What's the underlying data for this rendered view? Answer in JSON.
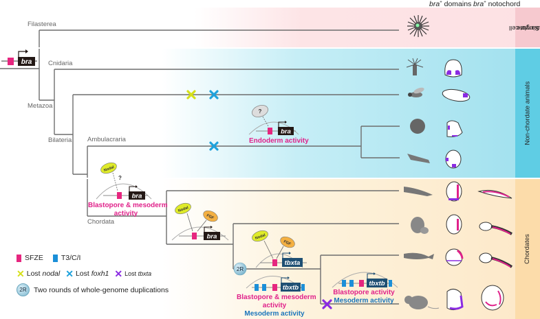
{
  "header": {
    "col1_gene": "bra",
    "col1_sup": "+",
    "col1_text": " domains",
    "col2_gene": "bra",
    "col2_sup": "+",
    "col2_text": " notochord"
  },
  "bands": [
    {
      "label": "Single-cell eukaryote",
      "label_line1": "Single-cell",
      "label_line2": "eukaryote",
      "color": "#fde1e4"
    },
    {
      "label": "Non-chordate animals",
      "color": "#a9e3ef"
    },
    {
      "label": "Chordates",
      "color": "#fde8c8"
    }
  ],
  "root": {
    "gene": "bra"
  },
  "clades": {
    "filasterea": "Filasterea",
    "cnidaria": "Cnidaria",
    "metazoa": "Metazoa",
    "bilateria": "Bilateria",
    "ambulacraria": "Ambulacraria",
    "chordata": "Chordata"
  },
  "taxa": [
    {
      "name": "Filasterea (Capsaspora)",
      "icon": "single-cell-organism-icon"
    },
    {
      "name": "Cnidaria (sea anemone)",
      "icon": "sea-anemone-icon",
      "embryo": "cnidarian-embryo-icon"
    },
    {
      "name": "Ecdysozoa (fly)",
      "icon": "fly-icon",
      "embryo": "fly-embryo-icon"
    },
    {
      "name": "Echinoderm (sea urchin)",
      "icon": "sea-urchin-icon",
      "embryo": "urchin-larva-icon"
    },
    {
      "name": "Hemichordate (acorn worm)",
      "icon": "acorn-worm-icon",
      "embryo": "hemichordate-larva-icon"
    },
    {
      "name": "Cephalochordate (amphioxus)",
      "icon": "amphioxus-icon",
      "embryo": "amphioxus-embryo-icon",
      "notochord": "amphioxus-notochord-icon"
    },
    {
      "name": "Tunicate (ascidian)",
      "icon": "ascidian-icon",
      "embryo": "ascidian-embryo-icon",
      "notochord": "ascidian-tadpole-icon"
    },
    {
      "name": "Zebrafish",
      "icon": "zebrafish-icon",
      "embryo": "zebrafish-embryo-icon",
      "notochord": "zebrafish-larva-icon"
    },
    {
      "name": "Mouse",
      "icon": "mouse-icon",
      "embryo": "mouse-embryo-icon",
      "notochord": "mouse-fetus-icon"
    }
  ],
  "modules": {
    "endoderm": {
      "factor": "?",
      "gene": "bra",
      "activity": "Endoderm activity"
    },
    "bilateria": {
      "factor": "Nodal",
      "question": "?",
      "gene": "bra",
      "activity_line1": "Blastopore & mesoderm",
      "activity_line2": "activity"
    },
    "chordata": {
      "factor1": "Nodal",
      "factor2": "FGF",
      "gene": "bra"
    },
    "tbxta": {
      "factor1": "Nodal",
      "factor2": "FGF",
      "gene": "tbxta"
    },
    "tbxtb_vert": {
      "gene": "tbxtb",
      "activity_pink_line1": "Blastopore & mesoderm",
      "activity_pink_line2": "activity",
      "activity_blue": "Mesoderm activity"
    },
    "tbxtb_mouse": {
      "gene": "tbxtb",
      "activity_pink": "Blastopore activity",
      "activity_blue": "Mesoderm activity"
    }
  },
  "duplication_badge": "2R",
  "legend": {
    "sfze": "SFZE",
    "t3ci": "T3/C/I",
    "lost_prefix": "Lost ",
    "lost_nodal": "nodal",
    "lost_foxh1": "foxh1",
    "lost_tbxta": "tbxta",
    "badge": "2R",
    "duplication_text": "Two rounds of whole-genome duplications"
  },
  "colors": {
    "sfze": "#e6267f",
    "t3ci": "#1b8fd8",
    "lost_nodal": "#d6e01a",
    "lost_foxh1": "#1fa2dc",
    "lost_tbxta": "#8a2be2",
    "activity_pink": "#e0218a",
    "activity_blue": "#1a75bb",
    "gene_box": "#231815",
    "gene_box_vert": "#1e4f73",
    "nodal": "#dfeb2a",
    "fgf": "#f4b041"
  }
}
